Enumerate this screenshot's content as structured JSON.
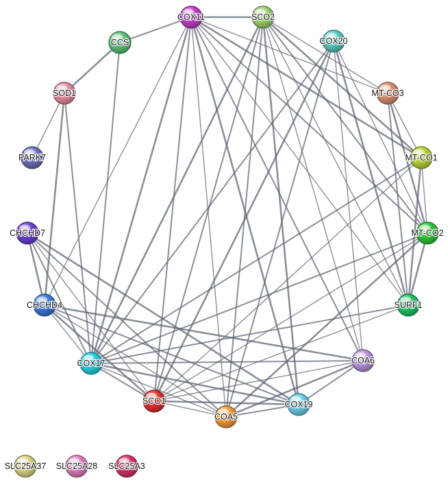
{
  "network": {
    "nodes": [
      {
        "id": "COX11",
        "label": "COX11",
        "color": "#c03fc8"
      },
      {
        "id": "SCO2",
        "label": "SCO2",
        "color": "#9ccf6a"
      },
      {
        "id": "CCS",
        "label": "CCS",
        "color": "#59c27a"
      },
      {
        "id": "COX20",
        "label": "COX20",
        "color": "#5cc8c0"
      },
      {
        "id": "SOD1",
        "label": "SOD1",
        "color": "#e58a9c"
      },
      {
        "id": "MT-CO3",
        "label": "MT-CO3",
        "color": "#d58f6d"
      },
      {
        "id": "PARK7",
        "label": "PARK7",
        "color": "#6d6fbd"
      },
      {
        "id": "MT-CO1",
        "label": "MT-CO1",
        "color": "#b6d236"
      },
      {
        "id": "CHCHD7",
        "label": "CHCHD7",
        "color": "#6b3fd0"
      },
      {
        "id": "MT-CO2",
        "label": "MT-CO2",
        "color": "#2fc43a"
      },
      {
        "id": "CHCHD4",
        "label": "CHCHD4",
        "color": "#3b78d8"
      },
      {
        "id": "SURF1",
        "label": "SURF1",
        "color": "#1fc466"
      },
      {
        "id": "COX17",
        "label": "COX17",
        "color": "#22d0df"
      },
      {
        "id": "COA6",
        "label": "COA6",
        "color": "#b88fdb"
      },
      {
        "id": "SCO1",
        "label": "SCO1",
        "color": "#e0302f"
      },
      {
        "id": "COX19",
        "label": "COX19",
        "color": "#6ccbe3"
      },
      {
        "id": "COA5",
        "label": "COA5",
        "color": "#f09a3a"
      },
      {
        "id": "SLC25A37",
        "label": "SLC25A37",
        "color": "#d8d27f"
      },
      {
        "id": "SLC25A28",
        "label": "SLC25A28",
        "color": "#df7fbf"
      },
      {
        "id": "SLC25A3",
        "label": "SLC25A3",
        "color": "#d4326a"
      }
    ],
    "edges": [
      [
        "COX11",
        "SCO2"
      ],
      [
        "COX11",
        "CCS"
      ],
      [
        "COX11",
        "MT-CO3"
      ],
      [
        "COX11",
        "MT-CO1"
      ],
      [
        "COX11",
        "MT-CO2"
      ],
      [
        "COX11",
        "SURF1"
      ],
      [
        "COX11",
        "COX17"
      ],
      [
        "COX11",
        "SCO1"
      ],
      [
        "COX11",
        "COA5"
      ],
      [
        "COX11",
        "COX19"
      ],
      [
        "COX11",
        "COA6"
      ],
      [
        "COX11",
        "CHCHD4"
      ],
      [
        "SCO2",
        "MT-CO1"
      ],
      [
        "SCO2",
        "MT-CO2"
      ],
      [
        "SCO2",
        "SURF1"
      ],
      [
        "SCO2",
        "COX17"
      ],
      [
        "SCO2",
        "SCO1"
      ],
      [
        "SCO2",
        "COA6"
      ],
      [
        "SCO2",
        "COX19"
      ],
      [
        "SCO2",
        "COA5"
      ],
      [
        "SCO2",
        "MT-CO3"
      ],
      [
        "CCS",
        "SOD1"
      ],
      [
        "CCS",
        "COX17"
      ],
      [
        "SOD1",
        "PARK7"
      ],
      [
        "SOD1",
        "CHCHD4"
      ],
      [
        "SOD1",
        "COX17"
      ],
      [
        "COX20",
        "MT-CO2"
      ],
      [
        "COX20",
        "SCO1"
      ],
      [
        "COX20",
        "COX17"
      ],
      [
        "COX20",
        "COA6"
      ],
      [
        "COX20",
        "SURF1"
      ],
      [
        "COX20",
        "COA5"
      ],
      [
        "MT-CO3",
        "MT-CO1"
      ],
      [
        "MT-CO3",
        "MT-CO2"
      ],
      [
        "MT-CO3",
        "SURF1"
      ],
      [
        "MT-CO1",
        "MT-CO2"
      ],
      [
        "MT-CO1",
        "SURF1"
      ],
      [
        "MT-CO1",
        "COX17"
      ],
      [
        "MT-CO1",
        "SCO1"
      ],
      [
        "MT-CO2",
        "SURF1"
      ],
      [
        "MT-CO2",
        "COX17"
      ],
      [
        "MT-CO2",
        "SCO1"
      ],
      [
        "MT-CO2",
        "COA5"
      ],
      [
        "SURF1",
        "COX17"
      ],
      [
        "SURF1",
        "SCO1"
      ],
      [
        "CHCHD7",
        "CHCHD4"
      ],
      [
        "CHCHD7",
        "COX17"
      ],
      [
        "CHCHD7",
        "SCO1"
      ],
      [
        "CHCHD7",
        "COX19"
      ],
      [
        "CHCHD7",
        "COA5"
      ],
      [
        "CHCHD4",
        "COX17"
      ],
      [
        "CHCHD4",
        "SCO1"
      ],
      [
        "CHCHD4",
        "COX19"
      ],
      [
        "CHCHD4",
        "COA5"
      ],
      [
        "CHCHD4",
        "COA6"
      ],
      [
        "COX17",
        "SCO1"
      ],
      [
        "COX17",
        "COA5"
      ],
      [
        "COX17",
        "COX19"
      ],
      [
        "COX17",
        "COA6"
      ],
      [
        "COA6",
        "SCO1"
      ],
      [
        "COA6",
        "COA5"
      ],
      [
        "COA6",
        "COX19"
      ],
      [
        "SCO1",
        "COA5"
      ],
      [
        "SCO1",
        "COX19"
      ],
      [
        "COX19",
        "COA5"
      ]
    ]
  }
}
